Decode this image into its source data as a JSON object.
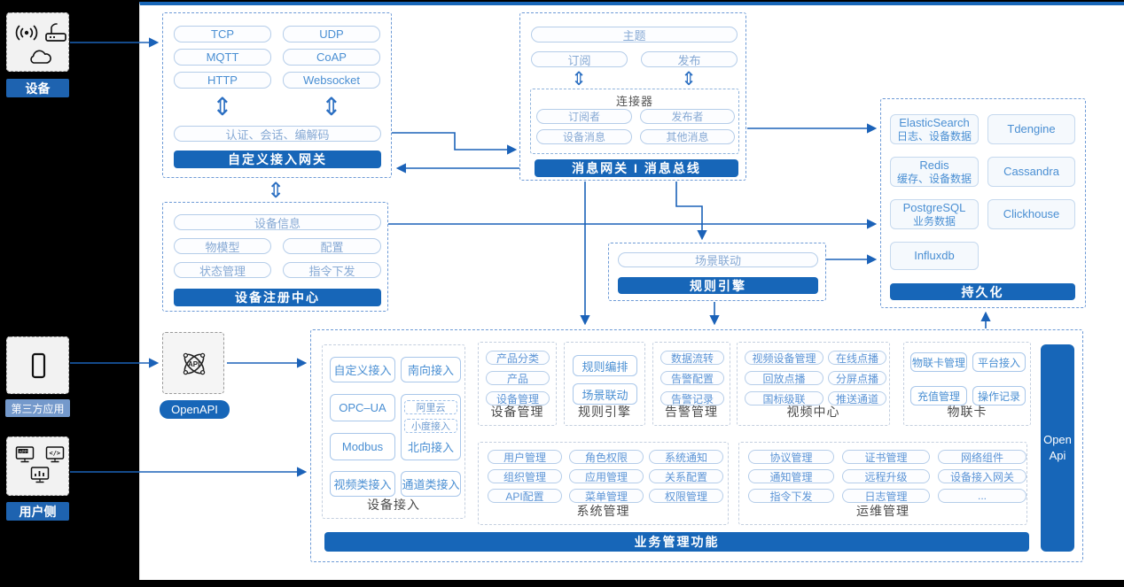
{
  "rail": {
    "device": "设备",
    "third_party": "第三方应用",
    "user_side": "用户侧"
  },
  "icons": {
    "updown_arrow": "⇕",
    "names": [
      "wifi-signal-icon",
      "router-icon",
      "cloud-icon",
      "phone-icon",
      "app-window-icon",
      "code-window-icon",
      "chart-window-icon",
      "api-atom-icon"
    ]
  },
  "gateway": {
    "protocols": [
      "TCP",
      "UDP",
      "MQTT",
      "CoAP",
      "HTTP",
      "Websocket"
    ],
    "auth_bar": "认证、会话、编解码",
    "title": "自定义接入网关"
  },
  "message_bus": {
    "topic": "主题",
    "subscribe": "订阅",
    "publish": "发布",
    "connector_title": "连接器",
    "connector_items": [
      "订阅者",
      "发布者",
      "设备消息",
      "其他消息"
    ],
    "title": "消息网关 I 消息总线"
  },
  "registry": {
    "info": "设备信息",
    "items": [
      "物模型",
      "配置",
      "状态管理",
      "指令下发"
    ],
    "title": "设备注册中心"
  },
  "persistence": {
    "dbs": [
      {
        "name": "ElasticSearch",
        "desc": "日志、设备数据"
      },
      {
        "name": "Tdengine",
        "desc": ""
      },
      {
        "name": "Redis",
        "desc": "缓存、设备数据"
      },
      {
        "name": "Cassandra",
        "desc": ""
      },
      {
        "name": "PostgreSQL",
        "desc": "业务数据"
      },
      {
        "name": "Clickhouse",
        "desc": ""
      },
      {
        "name": "Influxdb",
        "desc": ""
      }
    ],
    "title": "持久化"
  },
  "rule_engine": {
    "scene": "场景联动",
    "title": "规则引擎"
  },
  "openapi": {
    "label": "OpenAPI"
  },
  "business": {
    "title": "业务管理功能",
    "open_api_bar": "Open Api",
    "access": {
      "label": "设备接入",
      "b1": "自定义接入",
      "b2": "南向接入",
      "b3": "OPC–UA",
      "b4": "Modbus",
      "b5": "视频类接入",
      "b6": "通道类接入",
      "north_label": "北向接入",
      "north_sub1": "阿里云",
      "north_sub2": "小度接入"
    },
    "devmgmt": {
      "label": "设备管理",
      "items": [
        "产品分类",
        "产品",
        "设备管理"
      ]
    },
    "rules": {
      "label": "规则引擎",
      "items": [
        "规则编排",
        "场景联动"
      ]
    },
    "alarm": {
      "label": "告警管理",
      "items": [
        "数据流转",
        "告警配置",
        "告警记录"
      ]
    },
    "video": {
      "label": "视频中心",
      "items": [
        "视频设备管理",
        "在线点播",
        "回放点播",
        "分屏点播",
        "国标级联",
        "推送通道"
      ]
    },
    "iotcard": {
      "label": "物联卡",
      "items": [
        "物联卡管理",
        "平台接入",
        "充值管理",
        "操作记录"
      ]
    },
    "system": {
      "label": "系统管理",
      "items": [
        "用户管理",
        "角色权限",
        "系统通知",
        "组织管理",
        "应用管理",
        "关系配置",
        "API配置",
        "菜单管理",
        "权限管理"
      ]
    },
    "ops": {
      "label": "运维管理",
      "items": [
        "协议管理",
        "证书管理",
        "网络组件",
        "通知管理",
        "远程升级",
        "设备接入网关",
        "指令下发",
        "日志管理",
        "..."
      ]
    }
  },
  "colors": {
    "accent_blue": "#1766b8",
    "light_label_blue": "#7499cb",
    "wire_blue": "#1b62b8",
    "node_text_blue": "#4a8fd3"
  }
}
